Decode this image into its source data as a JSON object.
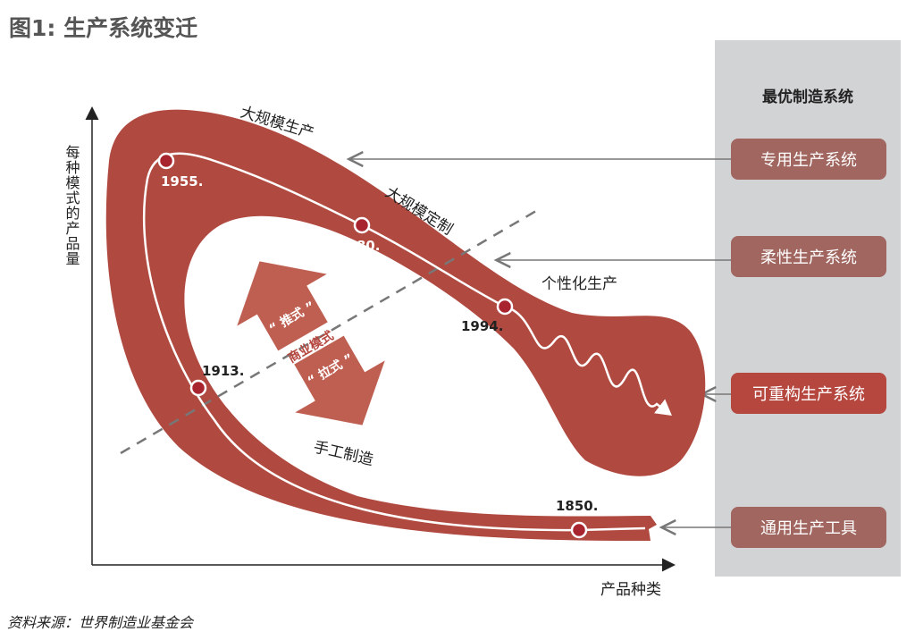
{
  "title": "图1: 生产系统变迁",
  "source": "资料来源：世界制造业基金会",
  "axes": {
    "y_label": "每种模式的产品量",
    "x_label": "产品种类"
  },
  "stages": [
    {
      "label": "大规模生产"
    },
    {
      "label": "大规模定制"
    },
    {
      "label": "个性化生产"
    },
    {
      "label": "手工制造"
    }
  ],
  "years": [
    "1850.",
    "1913.",
    "1955.",
    "1980.",
    "1994."
  ],
  "business_model": {
    "label": "商业模式",
    "push": "“ 推式 ”",
    "pull": "“ 拉式 ”"
  },
  "panel": {
    "title": "最优制造系统",
    "items": [
      {
        "label": "专用生产系统"
      },
      {
        "label": "柔性生产系统"
      },
      {
        "label": "可重构生产系统"
      },
      {
        "label": "通用生产工具"
      }
    ]
  },
  "colors": {
    "band": "#b04a40",
    "box": "#a0665f",
    "box_highlight": "#b5473f",
    "panel": "#d2d3d5",
    "arrow": "#bf5f52"
  }
}
